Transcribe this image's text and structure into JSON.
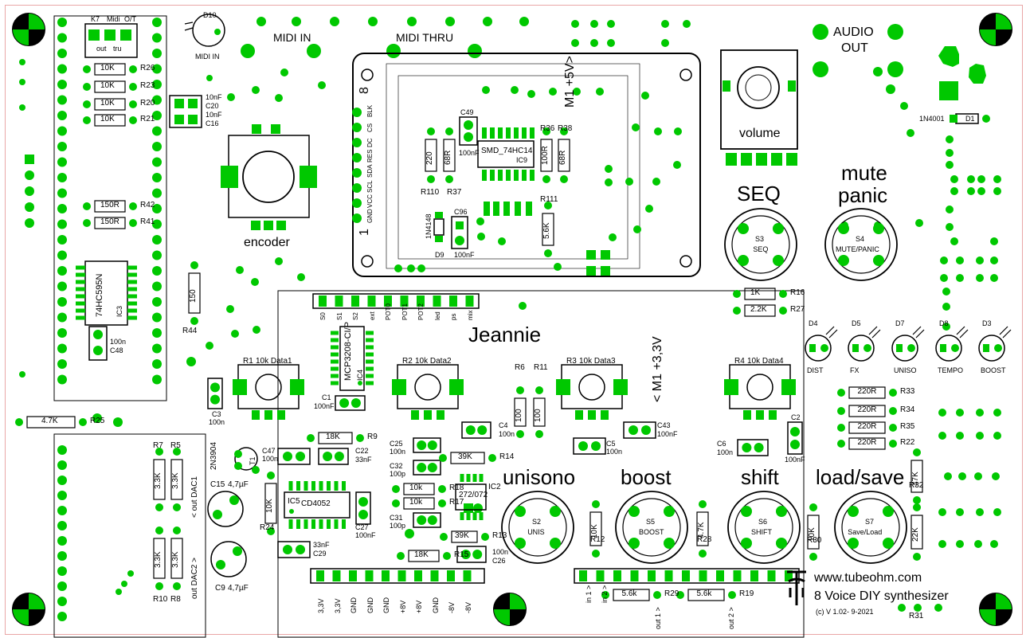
{
  "colors": {
    "pad": "#00c800",
    "ink": "#000000",
    "edge": "#e9a6a6"
  },
  "titles": {
    "jeannie": "Jeannie",
    "url": "www.tubeohm.com",
    "subtitle": "8 Voice DIY synthesizer",
    "version": "(c) V 1.02- 9-2021",
    "logo": "TE-logo"
  },
  "sections": {
    "midi_in": "MIDI IN",
    "midi_thru": "MIDI THRU",
    "audio_out_1": "AUDIO",
    "audio_out_2": "OUT",
    "encoder": "encoder",
    "volume": "volume",
    "seq": "SEQ",
    "mute": "mute",
    "panic": "panic",
    "unisono": "unisono",
    "boost": "boost",
    "shift": "shift",
    "loadsave": "load/save",
    "m1_5v": "M1 +5V>",
    "m1_33v": "< M1 +3,3V"
  },
  "switches": {
    "s3": [
      "S3",
      "SEQ"
    ],
    "s4": [
      "S4",
      "MUTE/PANIC"
    ],
    "s2": [
      "S2",
      "UNIS"
    ],
    "s5": [
      "S5",
      "BOOST"
    ],
    "s6": [
      "S6",
      "SHIFT"
    ],
    "s7": [
      "S7",
      "Save/Load"
    ]
  },
  "leds": {
    "d10": "D10",
    "midi_in_small": "MIDI IN",
    "d4": "D4",
    "d5": "D5",
    "d7": "D7",
    "d8": "D8",
    "d3": "D3",
    "dist": "DIST",
    "fx": "FX",
    "uniso": "UNISO",
    "tempo": "TEMPO",
    "boost": "BOOST"
  },
  "jumpers": {
    "k7": "K7",
    "midi": "Midi",
    "ot": "O/T",
    "out": "out",
    "tru": "tru"
  },
  "resistors": {
    "r26": [
      "10K",
      "R26"
    ],
    "r23": [
      "10K",
      "R23"
    ],
    "r20": [
      "10K",
      "R20"
    ],
    "r21": [
      "10K",
      "R21"
    ],
    "r42": [
      "150R",
      "R42"
    ],
    "r41": [
      "150R",
      "R41"
    ],
    "r110": [
      "220",
      "R110"
    ],
    "r37": [
      "68R",
      "R37"
    ],
    "r36": [
      "100R",
      "R36"
    ],
    "r38": [
      "68R",
      "R38"
    ],
    "r111": [
      "5.6K",
      "R111"
    ],
    "r44": [
      "150",
      "R44"
    ],
    "r25": [
      "4.7K",
      "R25"
    ],
    "r16": [
      "1K",
      "R16"
    ],
    "r27": [
      "2.2K",
      "R27"
    ],
    "r33": [
      "220R",
      "R33"
    ],
    "r34": [
      "220R",
      "R34"
    ],
    "r35": [
      "220R",
      "R35"
    ],
    "r22": [
      "220R",
      "R22"
    ],
    "r32": [
      "47K",
      "R32"
    ],
    "r31": [
      "22K",
      "R31"
    ],
    "r9": [
      "18K",
      "R9"
    ],
    "r14": [
      "39K",
      "R14"
    ],
    "r18": [
      "10k",
      "R18"
    ],
    "r17": [
      "10k",
      "R17"
    ],
    "r13": [
      "39K",
      "R13"
    ],
    "r15": [
      "18K",
      "R15"
    ],
    "r6": [
      "100",
      "R6"
    ],
    "r11": [
      "100",
      "R11"
    ],
    "r12": [
      "10K",
      "R12"
    ],
    "r28": [
      "4.7K",
      "R28"
    ],
    "r30": [
      "10K",
      "R30"
    ],
    "r24": [
      "10K",
      "R24"
    ],
    "r7": [
      "3.3K",
      "R7"
    ],
    "r5": [
      "3.3K",
      "R5"
    ],
    "r10": [
      "3.3K",
      "R10"
    ],
    "r8": [
      "3.3K",
      "R8"
    ],
    "r29": [
      "5.6k",
      "R29"
    ],
    "r19": [
      "5.6k",
      "R19"
    ]
  },
  "caps": {
    "c20": [
      "10nF",
      "C20"
    ],
    "c16": [
      "10nF",
      "C16"
    ],
    "c49": [
      "C49",
      "100nF"
    ],
    "c96": [
      "C96",
      "100nF"
    ],
    "c48": [
      "100n",
      "C48"
    ],
    "c3": [
      "C3",
      "100n"
    ],
    "c1": [
      "C1",
      "100nF"
    ],
    "c47": [
      "C47",
      "100n"
    ],
    "c22": [
      "C22",
      "33nF"
    ],
    "c25": [
      "C25",
      "100n"
    ],
    "c32": [
      "C32",
      "100p"
    ],
    "c31": [
      "C31",
      "100p"
    ],
    "c26": [
      "100n",
      "C26"
    ],
    "c4": [
      "C4",
      "100n"
    ],
    "c5": [
      "C5",
      "100n"
    ],
    "c43": [
      "C43",
      "100nF"
    ],
    "c6": [
      "C6",
      "100n"
    ],
    "c2": [
      "C2",
      "100nF"
    ],
    "c27": [
      "C27",
      "100nF"
    ],
    "c29": [
      "33nF",
      "C29"
    ],
    "c15": [
      "C15",
      "4,7µF"
    ],
    "c9": [
      "C9",
      "4,7µF"
    ]
  },
  "ics": {
    "ic9": [
      "SMD_74HC14",
      "IC9"
    ],
    "ic3": [
      "74HC595N",
      "IC3"
    ],
    "mcp": [
      "MCP3208-CI/P",
      "IC4"
    ],
    "ic5": [
      "IC5",
      "CD4052"
    ],
    "ic2": [
      "272/072",
      "IC2"
    ]
  },
  "misc": {
    "d9": "D9",
    "d9_part": "1N4148",
    "d1": "D1",
    "d1_part": "1N4001",
    "t1": "2N3904",
    "t1_ref": "T1",
    "oled_8": "8",
    "oled_1": "1"
  },
  "oled_pins": [
    "BLK",
    "CS",
    "DC",
    "RES",
    "SDA",
    "SCL",
    "VCC",
    "GND"
  ],
  "header_top": [
    "S0",
    "S1",
    "S2",
    "ext",
    "POT0",
    "POT1",
    "POT2",
    "led",
    "ps",
    "mix"
  ],
  "header_bottom": [
    "3,3V",
    "3,3V",
    "GND",
    "GND",
    "GND",
    "+8V",
    "+8V",
    "GND",
    "-8V",
    "-8V"
  ],
  "pots": {
    "r1": [
      "R1",
      "10k Data1"
    ],
    "r2": [
      "R2",
      "10k Data2"
    ],
    "r3": [
      "R3",
      "10k Data3"
    ],
    "r4": [
      "R4",
      "10k Data4"
    ]
  },
  "outs": {
    "dac1": "< out DAC1",
    "dac2": "out DAC2 >",
    "in1": "in 1 >",
    "in2": "in 2 >",
    "out1": "out 1 >",
    "out2": "out 2 >"
  }
}
